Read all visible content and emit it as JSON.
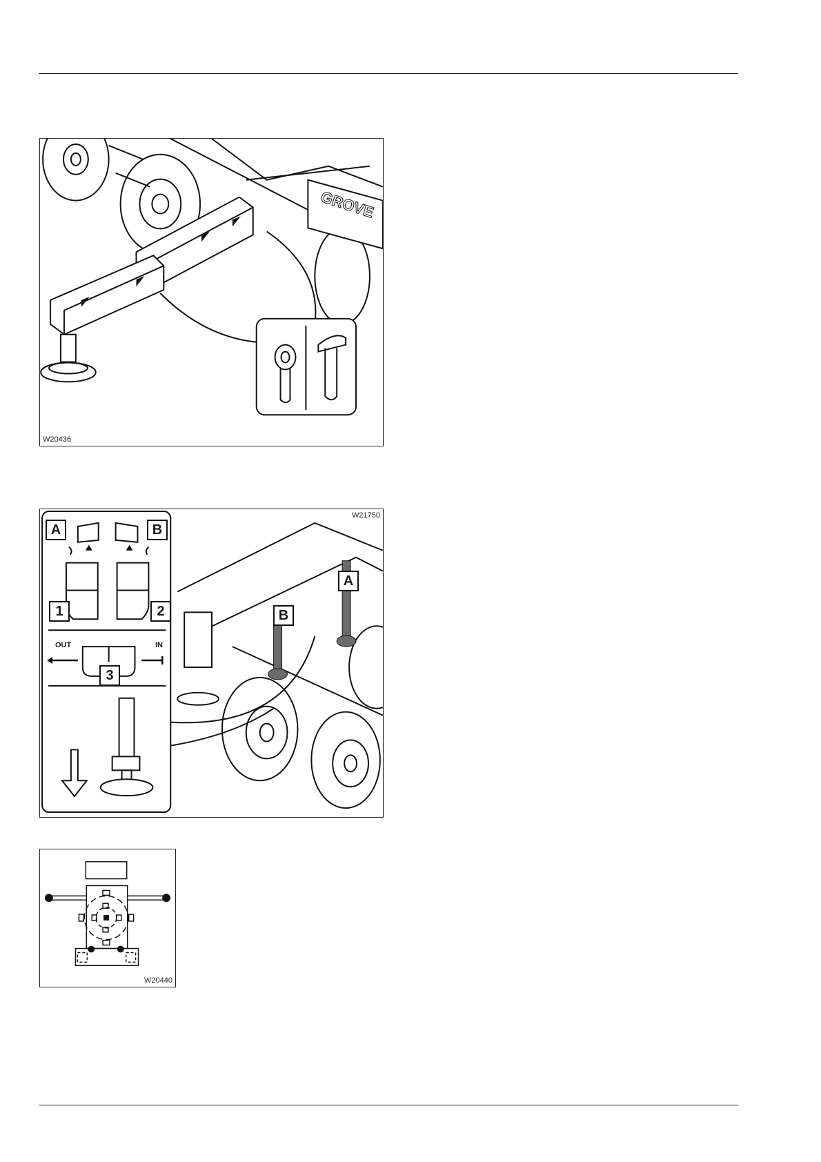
{
  "figures": [
    {
      "code": "W20436",
      "brand": "GROVE"
    },
    {
      "code": "W21750",
      "labels": {
        "a": "A",
        "b": "B",
        "one": "1",
        "two": "2",
        "three": "3",
        "out": "OUT",
        "in": "IN",
        "a_chassis": "A",
        "b_chassis": "B"
      }
    },
    {
      "code": "W20440"
    }
  ]
}
